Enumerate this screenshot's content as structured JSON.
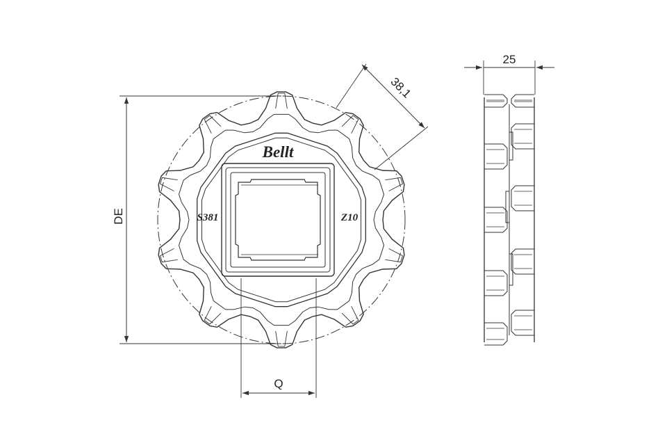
{
  "dimensions": {
    "de_label": "DE",
    "pitch_label": "38,1",
    "width_label": "25",
    "bore_label": "Q"
  },
  "markings": {
    "brand": "Bellt",
    "series": "S381",
    "teeth": "Z10"
  },
  "colors": {
    "line": "#333333",
    "background": "#ffffff"
  }
}
